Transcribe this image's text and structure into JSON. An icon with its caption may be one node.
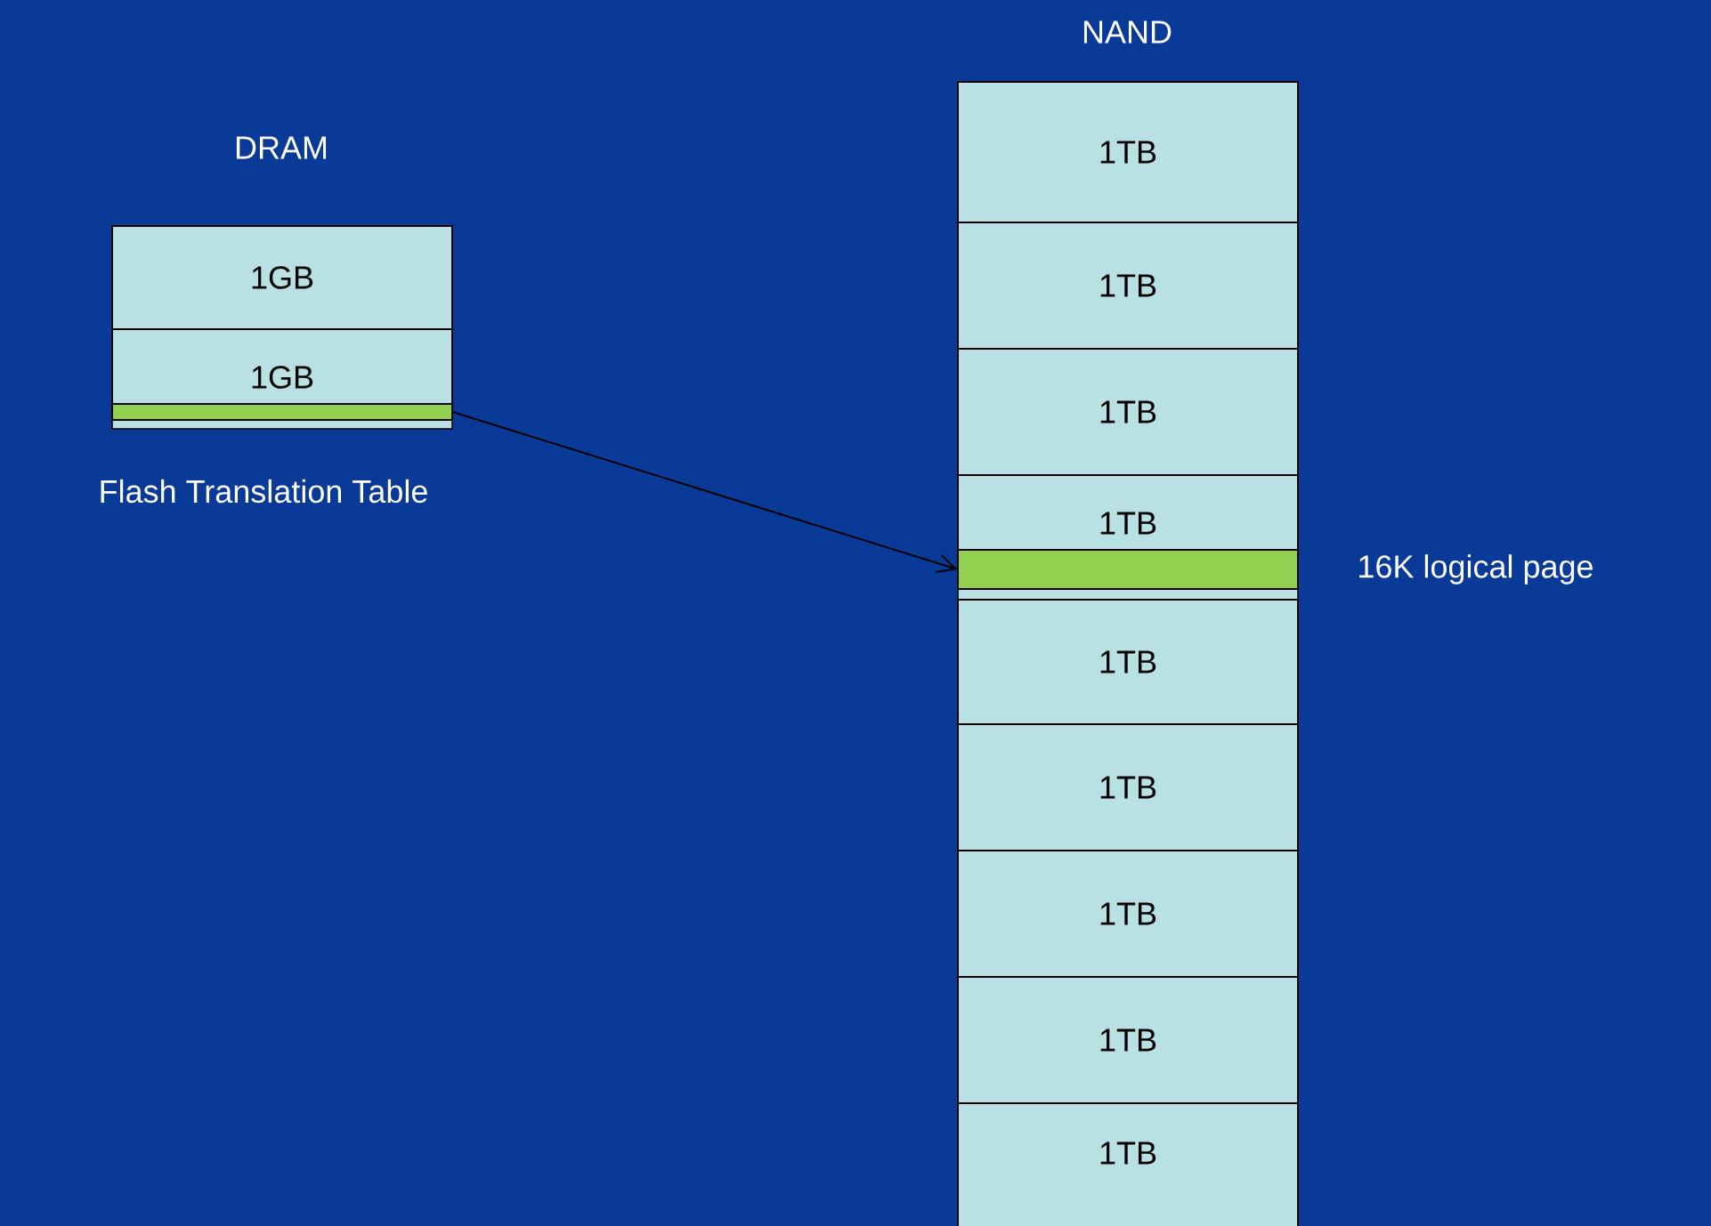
{
  "diagram": {
    "nodes": [
      {
        "text": [
          "1GB"
        ]
      },
      {
        "text": [
          "1GB"
        ]
      },
      {
        "text": [],
        "shape": "bar"
      },
      {
        "text": [
          "1TB"
        ]
      },
      {
        "text": [
          "1TB"
        ]
      },
      {
        "text": [
          "1TB"
        ]
      },
      {
        "text": [
          "1TB"
        ]
      },
      {
        "text": [],
        "shape": "bar"
      },
      {
        "text": [
          "1TB"
        ]
      },
      {
        "text": [
          "1TB"
        ]
      },
      {
        "text": [
          "1TB"
        ]
      },
      {
        "text": [
          "1TB"
        ]
      },
      {
        "text": [
          "1TB"
        ]
      }
    ],
    "edges": [
      {
        "from": 2,
        "to": 7,
        "arrow": "to"
      }
    ],
    "labels": [
      "NAND",
      "DRAM",
      "Flash Translation Table",
      "16K logical page"
    ]
  }
}
